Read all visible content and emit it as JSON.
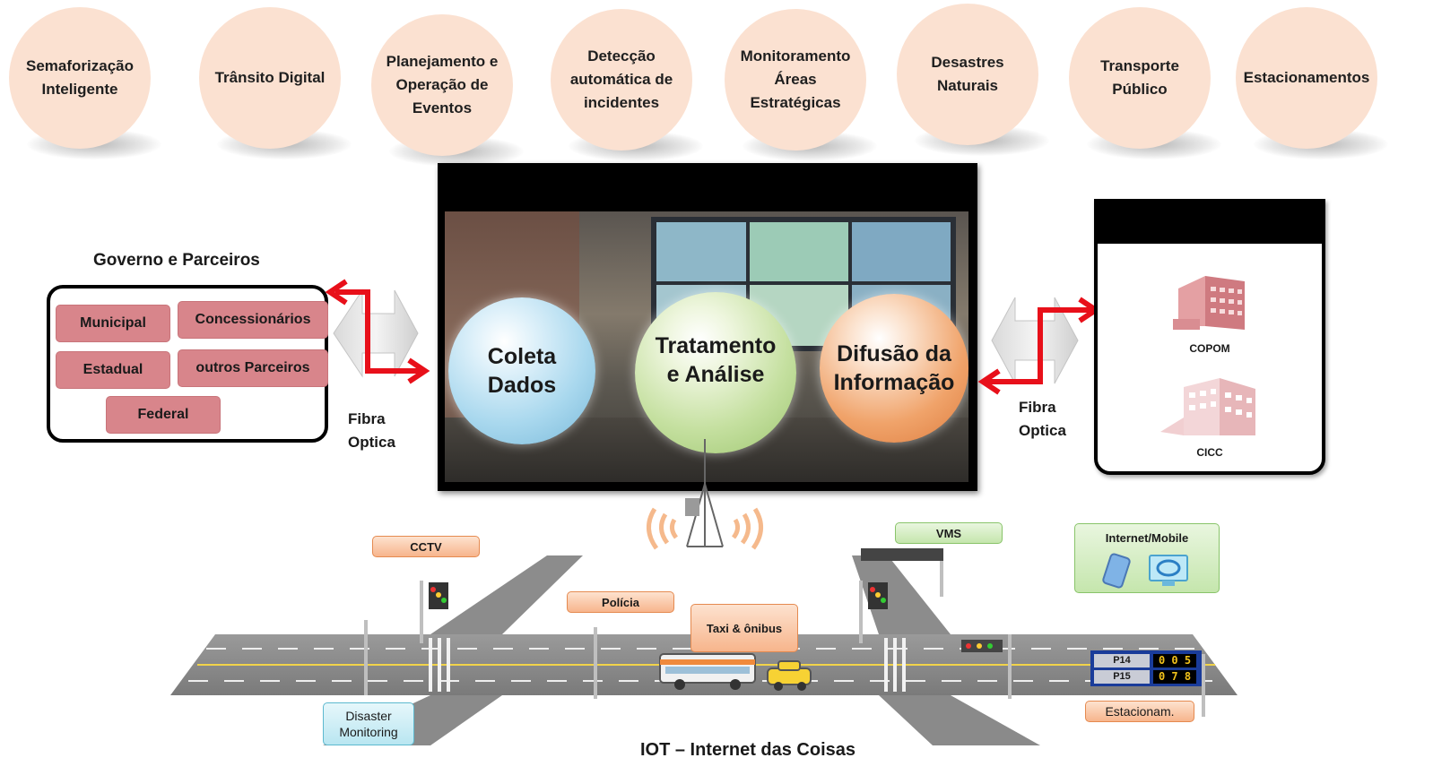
{
  "services": [
    [
      "Semaforização",
      "Inteligente"
    ],
    [
      "Trânsito Digital"
    ],
    [
      "Planejamento e",
      "Operação de",
      "Eventos"
    ],
    [
      "Detecção",
      "automática de",
      "incidentes"
    ],
    [
      "Monitoramento",
      "Áreas",
      "Estratégicas"
    ],
    [
      "Desastres",
      "Naturais"
    ],
    [
      "Transporte",
      "Público"
    ],
    [
      "Estacionamentos"
    ]
  ],
  "government": {
    "title": "Governo e Parceiros",
    "items": {
      "municipal": "Municipal",
      "concessionarios": "Concessionários",
      "estadual": "Estadual",
      "outros": "outros Parceiros",
      "federal": "Federal"
    }
  },
  "fibra_left": [
    "Fibra",
    "Optica"
  ],
  "fibra_right": [
    "Fibra",
    "Optica"
  ],
  "center": {
    "coleta": [
      "Coleta",
      "Dados"
    ],
    "tratamento": [
      "Tratamento",
      "e Análise"
    ],
    "difusao": [
      "Difusão da",
      "Informação"
    ]
  },
  "right_panel": {
    "copom": "COPOM",
    "cicc": "CICC"
  },
  "street": {
    "cctv": "CCTV",
    "policia": "Polícia",
    "taxi": "Taxi & ônibus",
    "vms": "VMS",
    "internet": "Internet/Mobile",
    "disaster": [
      "Disaster",
      "Monitoring"
    ],
    "estacionam": "Estacionam.",
    "parking_rows": [
      {
        "label": "P14",
        "value": "0 0 5"
      },
      {
        "label": "P15",
        "value": "0 7 8"
      }
    ]
  },
  "footer": "IOT – Internet das Coisas",
  "colors": {
    "circle": "#fbe1d1",
    "pill": "#d8858b",
    "arrow": "#e8101a",
    "orb_blue": "#a9d8ee",
    "orb_green": "#c5e0a0",
    "orb_orange": "#f0a36a"
  }
}
